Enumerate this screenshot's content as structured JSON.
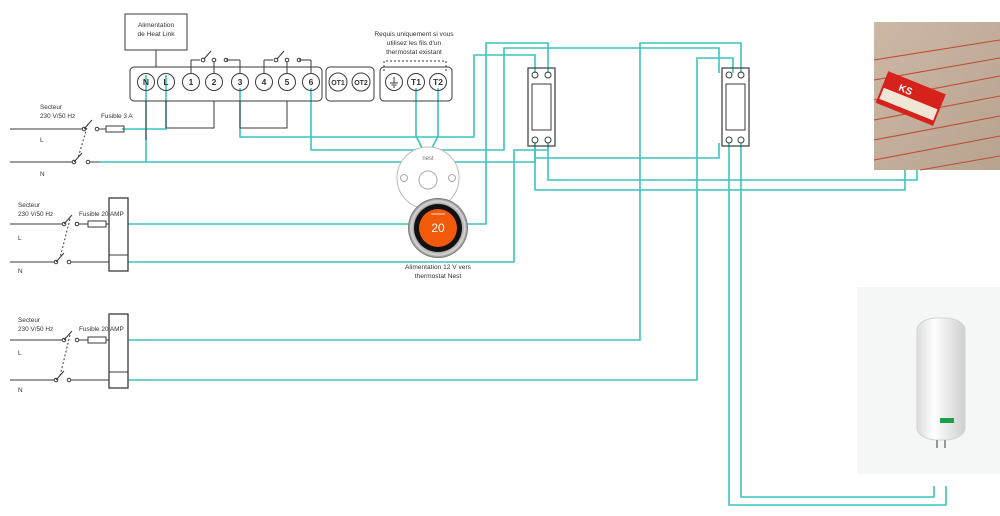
{
  "colors": {
    "wire": "#3cc4bd",
    "line": "#3a3a3a",
    "display": "#f05a0a"
  },
  "heatlink": {
    "power_label": [
      "Alimentation",
      "de Heat Link"
    ],
    "terminals": [
      "N",
      "L",
      "1",
      "2",
      "3",
      "4",
      "5",
      "6"
    ],
    "opentherm": [
      "OT1",
      "OT2"
    ],
    "thermostat_terminals": [
      "T1",
      "T2"
    ],
    "note": [
      "Requis uniquement si vous",
      "utilisez les fils d'un",
      "thermostat existant"
    ]
  },
  "supplies": [
    {
      "sector": "Secteur",
      "voltage": "230 V/50 Hz",
      "fuse_label": "Fusible 3 A",
      "l": "L",
      "n": "N"
    },
    {
      "sector": "Secteur",
      "voltage": "230 V/50 Hz",
      "fuse_label": "Fusible 20 AMP",
      "l": "L",
      "n": "N"
    },
    {
      "sector": "Secteur",
      "voltage": "230 V/50 Hz",
      "fuse_label": "Fusible 20 AMP",
      "l": "L",
      "n": "N"
    }
  ],
  "thermostat": {
    "brand": "nest",
    "display_value": "20",
    "caption": [
      "Alimentation 12 V vers",
      "thermostat Nest"
    ]
  },
  "heater_badge": "KS"
}
